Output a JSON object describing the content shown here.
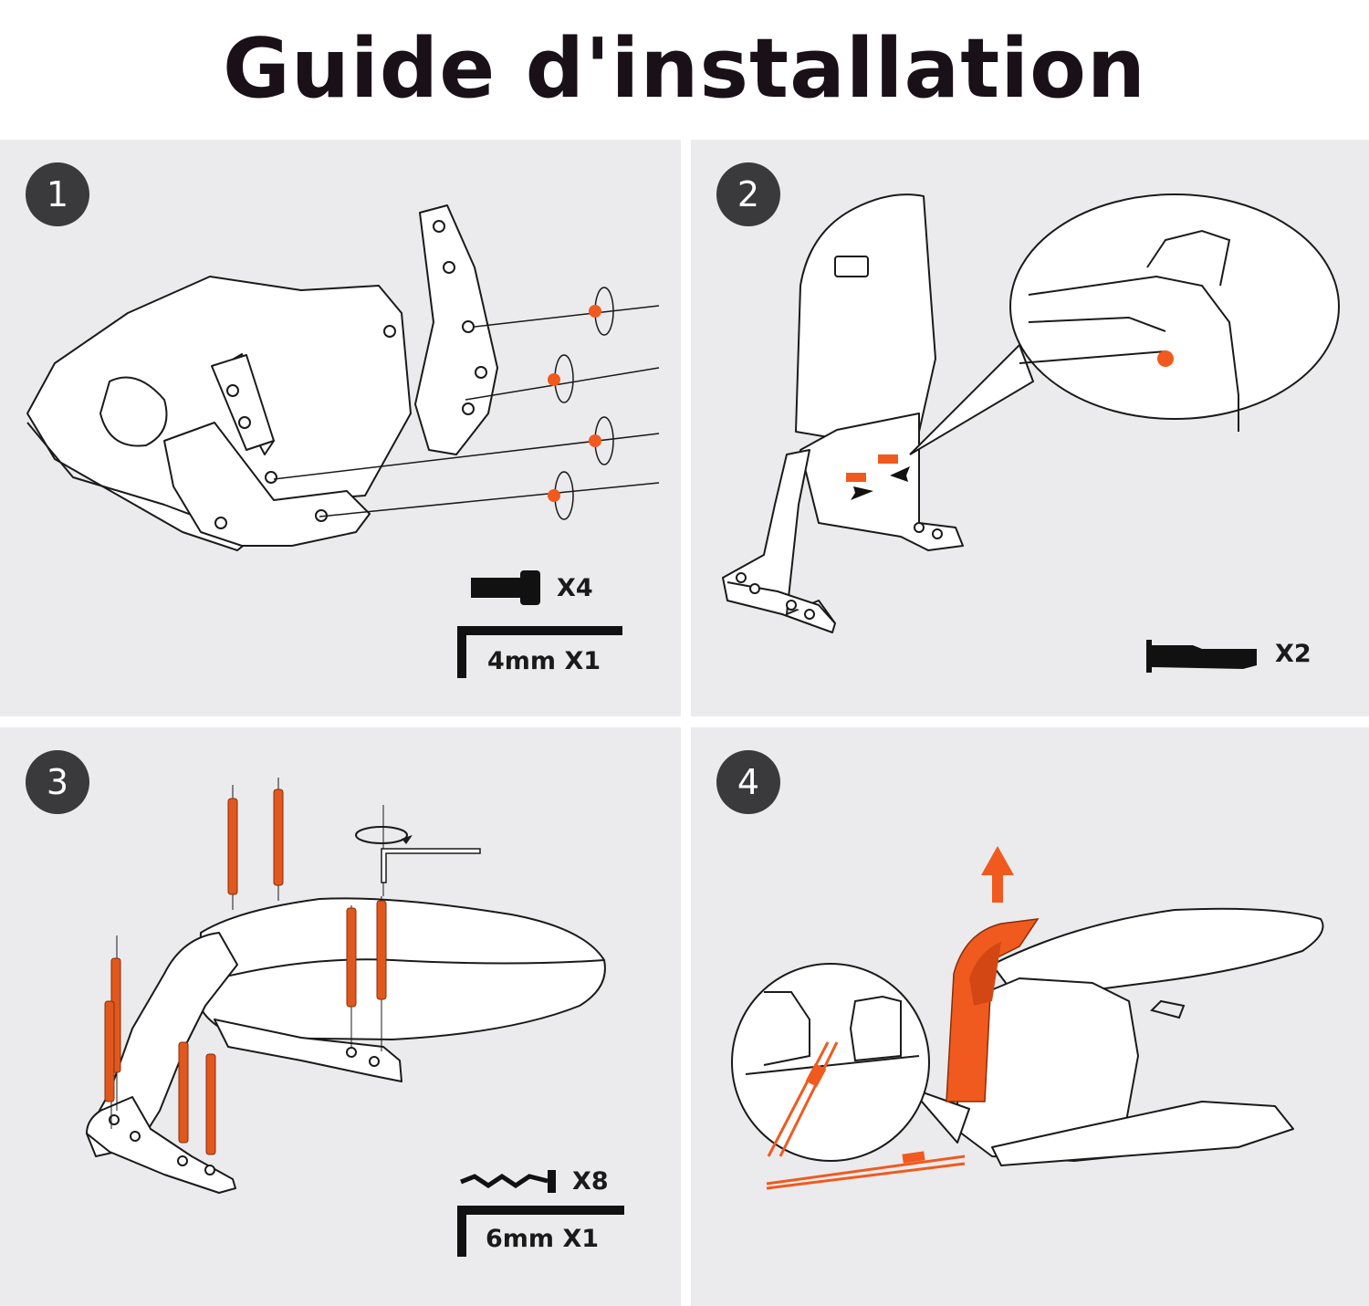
{
  "page": {
    "title": "Guide d'installation"
  },
  "colors": {
    "accent": "#f05a1e",
    "badge": "#3a3a3c",
    "panel": "#ebebed",
    "ink": "#1a1118"
  },
  "steps": [
    {
      "number": "1",
      "parts": [
        {
          "icon": "pin-icon",
          "label": "X4"
        },
        {
          "icon": "allen-key-icon",
          "label": "4mm X1"
        }
      ]
    },
    {
      "number": "2",
      "parts": [
        {
          "icon": "pin-icon",
          "label": "X2"
        }
      ]
    },
    {
      "number": "3",
      "parts": [
        {
          "icon": "ground-screw-icon",
          "label": "X8"
        },
        {
          "icon": "allen-key-icon",
          "label": "6mm X1"
        }
      ]
    },
    {
      "number": "4",
      "parts": []
    }
  ]
}
